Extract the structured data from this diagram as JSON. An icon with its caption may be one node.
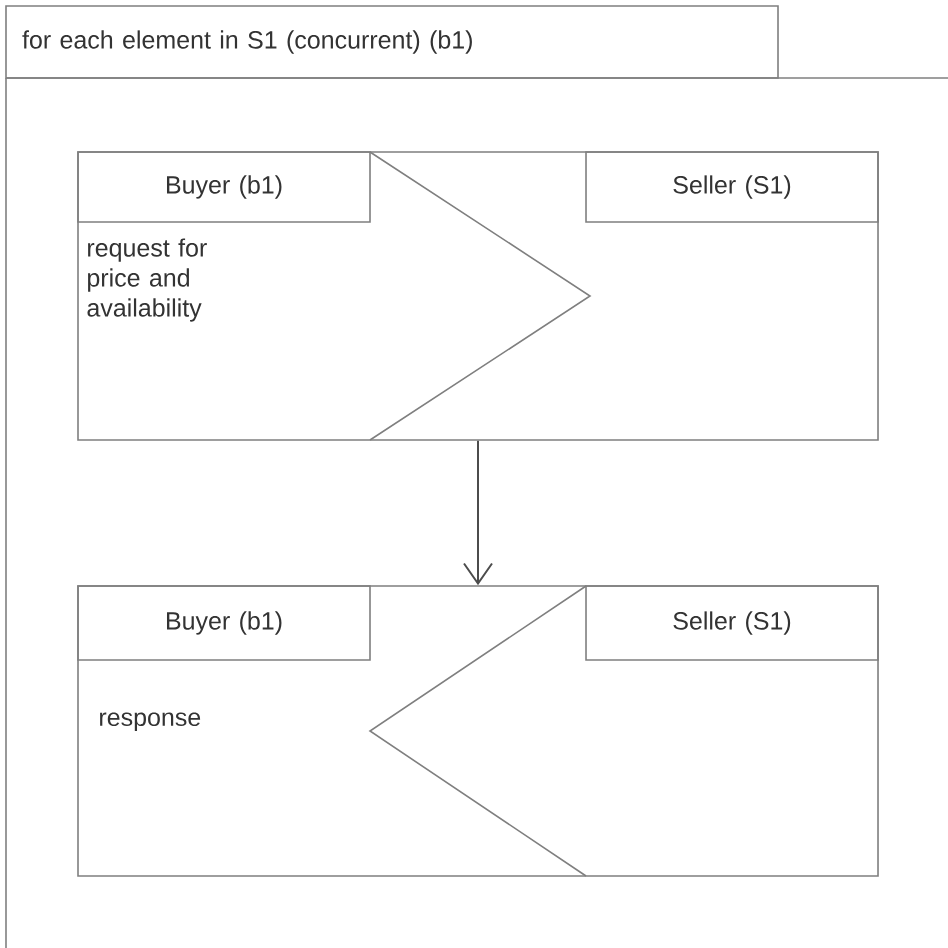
{
  "diagram": {
    "nodes": [
      {
        "text": [
          "for each element in S1 (concurrent) (b1)"
        ]
      },
      {
        "text": [
          "request for price and availability"
        ],
        "in": 0
      },
      {
        "text": [
          "Buyer (b1)"
        ],
        "in": 1
      },
      {
        "text": [
          "Seller (S1)"
        ],
        "in": 1
      },
      {
        "text": [
          "response"
        ],
        "in": 0
      },
      {
        "text": [
          "Buyer (b1)"
        ],
        "in": 4
      },
      {
        "text": [
          "Seller (S1)"
        ],
        "in": 4
      }
    ],
    "edges": [
      {
        "from": 1,
        "to": 4,
        "arrow": "to"
      }
    ]
  }
}
